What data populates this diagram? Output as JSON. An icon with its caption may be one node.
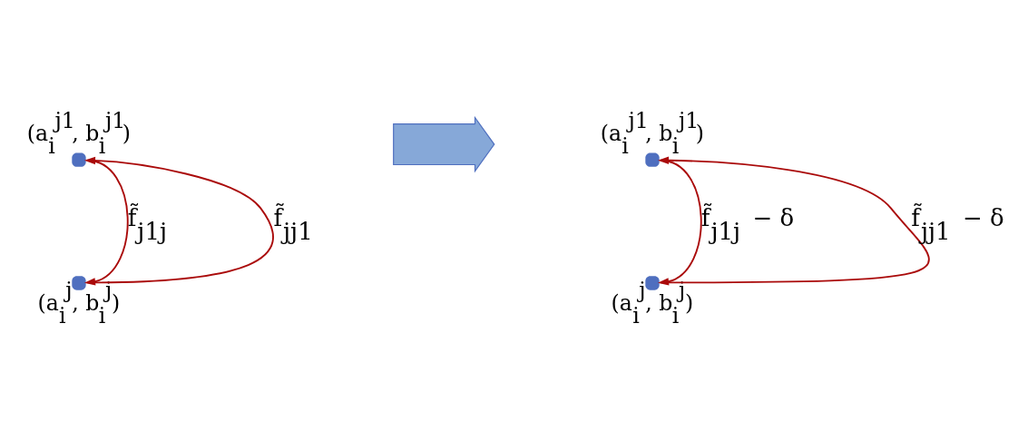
{
  "diagram": {
    "nodes": [
      {
        "text": [],
        "shape": "circle",
        "beside": [
          "(a$_{i}$$^{j1}$, b$_{i}$$^{j1}$)"
        ]
      },
      {
        "text": [],
        "shape": "circle",
        "beside": [
          "(a$_{i}$$^{j}$, b$_{i}$$^{j}$)"
        ]
      },
      {
        "text": [],
        "shape": "arrow"
      },
      {
        "text": [],
        "shape": "circle",
        "beside": [
          "(a$_{i}$$^{j1}$, b$_{i}$$^{j1}$)"
        ]
      },
      {
        "text": [],
        "shape": "circle",
        "beside": [
          "(a$_{i}$$^{j}$, b$_{i}$$^{j}$)"
        ]
      }
    ],
    "edges": [
      {
        "from": 1,
        "to": 0,
        "arrow": "to",
        "label": "f̃$_{jj1}$"
      },
      {
        "from": 0,
        "to": 1,
        "arrow": "to",
        "label": "f̃$_{j1j}$"
      },
      {
        "from": 4,
        "to": 3,
        "arrow": "to",
        "label": "f̃$_{jj1}$ − δ"
      },
      {
        "from": 3,
        "to": 4,
        "arrow": "to",
        "label": "f̃$_{j1j}$ − δ"
      }
    ]
  }
}
